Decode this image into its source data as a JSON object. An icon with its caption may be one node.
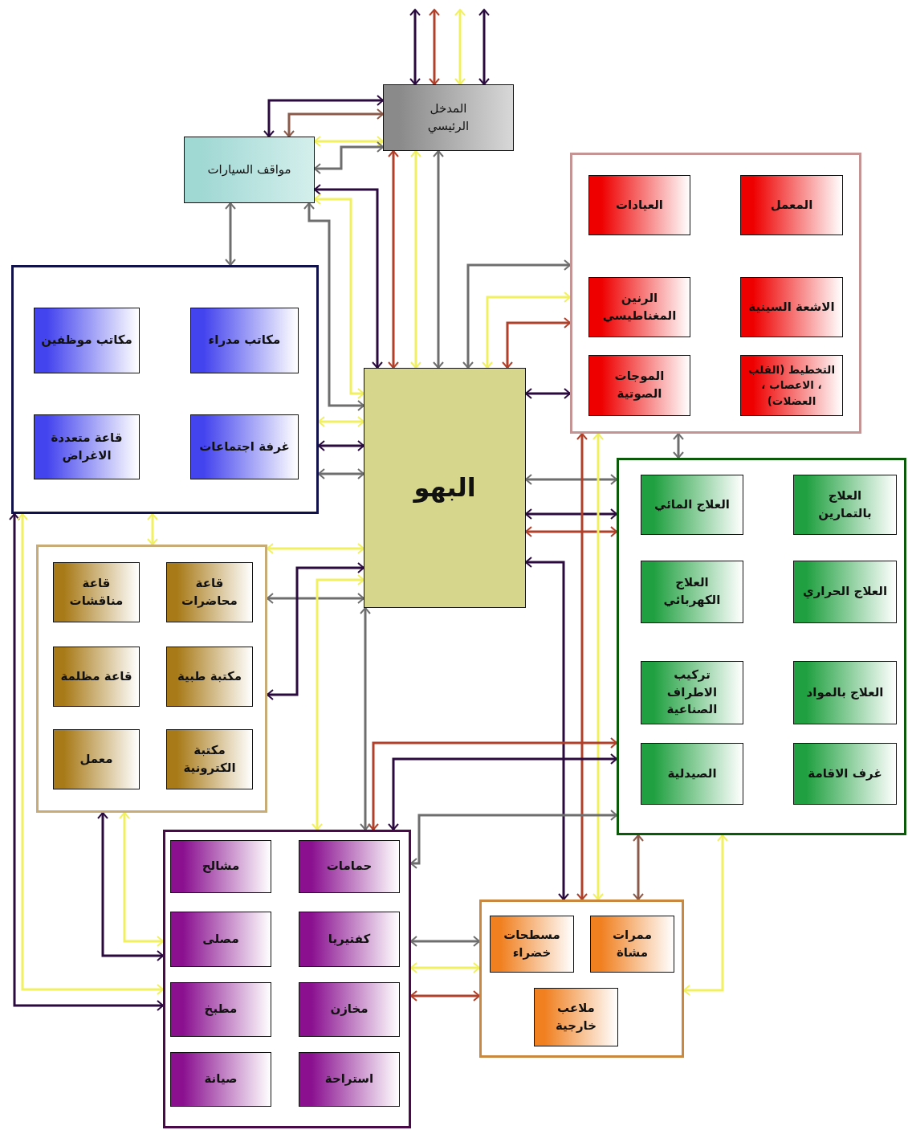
{
  "diagram": {
    "nodes": [
      {
        "text": [
          "المدخل الرئيسي"
        ]
      },
      {
        "text": [
          "مواقف السيارات"
        ]
      },
      {
        "text": [],
        "shape": "box"
      },
      {
        "text": [
          "العيادات"
        ],
        "in": 2
      },
      {
        "text": [
          "المعمل"
        ],
        "in": 2
      },
      {
        "text": [
          "الرنين المغناطيسي"
        ],
        "in": 2
      },
      {
        "text": [
          "الاشعة السينية"
        ],
        "in": 2
      },
      {
        "text": [
          "الموجات الصوتية"
        ],
        "in": 2
      },
      {
        "text": [
          "التخطيط (القلب ، الاعصاب ، العضلات)"
        ],
        "in": 2
      },
      {
        "text": [],
        "shape": "box"
      },
      {
        "text": [
          "مكاتب موظفين"
        ],
        "in": 9
      },
      {
        "text": [
          "مكاتب مدراء"
        ],
        "in": 9
      },
      {
        "text": [
          "قاعة متعددة الاغراض"
        ],
        "in": 9
      },
      {
        "text": [
          "غرفة اجتماعات"
        ],
        "in": 9
      },
      {
        "text": [
          "البهو"
        ]
      },
      {
        "text": [],
        "shape": "box"
      },
      {
        "text": [
          "قاعة مناقشات"
        ],
        "in": 15
      },
      {
        "text": [
          "قاعة محاضرات"
        ],
        "in": 15
      },
      {
        "text": [
          "قاعة مظلمة"
        ],
        "in": 15
      },
      {
        "text": [
          "مكتبة طبية"
        ],
        "in": 15
      },
      {
        "text": [
          "معمل"
        ],
        "in": 15
      },
      {
        "text": [
          "مكتبة الكترونية"
        ],
        "in": 15
      },
      {
        "text": [],
        "shape": "box"
      },
      {
        "text": [
          "العلاج المائي"
        ],
        "in": 22
      },
      {
        "text": [
          "العلاج بالتمارين"
        ],
        "in": 22
      },
      {
        "text": [
          "العلاج الكهربائي"
        ],
        "in": 22
      },
      {
        "text": [
          "العلاج الحراري"
        ],
        "in": 22
      },
      {
        "text": [
          "تركيب الاطراف الصناعية"
        ],
        "in": 22
      },
      {
        "text": [
          "العلاج بالمواد"
        ],
        "in": 22
      },
      {
        "text": [
          "الصيدلية"
        ],
        "in": 22
      },
      {
        "text": [
          "غرف الاقامة"
        ],
        "in": 22
      },
      {
        "text": [],
        "shape": "box"
      },
      {
        "text": [
          "مشالح"
        ],
        "in": 31
      },
      {
        "text": [
          "حمامات"
        ],
        "in": 31
      },
      {
        "text": [
          "مصلى"
        ],
        "in": 31
      },
      {
        "text": [
          "كفتيريا"
        ],
        "in": 31
      },
      {
        "text": [
          "مطبخ"
        ],
        "in": 31
      },
      {
        "text": [
          "مخازن"
        ],
        "in": 31
      },
      {
        "text": [
          "صيانة"
        ],
        "in": 31
      },
      {
        "text": [
          "استراحة"
        ],
        "in": 31
      },
      {
        "text": [],
        "shape": "box"
      },
      {
        "text": [
          "مسطحات خضراء"
        ],
        "in": 40
      },
      {
        "text": [
          "ممرات مشاة"
        ],
        "in": 40
      },
      {
        "text": [
          "ملاعب خارجية"
        ],
        "in": 40
      }
    ],
    "edges": [
      {
        "from": null,
        "to": 0,
        "arrow": "both",
        "color": "#2b0b3f"
      },
      {
        "from": null,
        "to": 0,
        "arrow": "both",
        "color": "#b0402a"
      },
      {
        "from": null,
        "to": 0,
        "arrow": "both",
        "color": "#f0f060"
      },
      {
        "from": null,
        "to": 0,
        "arrow": "both",
        "color": "#2b0b3f"
      },
      {
        "from": 1,
        "to": 0,
        "arrow": "both",
        "color": "#2b0b3f"
      },
      {
        "from": 1,
        "to": 0,
        "arrow": "both",
        "color": "#8b5a4a"
      },
      {
        "from": 1,
        "to": 0,
        "arrow": "both",
        "color": "#f0f060"
      },
      {
        "from": 1,
        "to": 0,
        "arrow": "both",
        "color": "#6e6e6e"
      },
      {
        "from": 0,
        "to": 14,
        "arrow": "both",
        "color": "#b0402a"
      },
      {
        "from": 0,
        "to": 14,
        "arrow": "both",
        "color": "#f0f060"
      },
      {
        "from": 0,
        "to": 14,
        "arrow": "both",
        "color": "#6e6e6e"
      },
      {
        "from": 1,
        "to": 14,
        "arrow": "both",
        "color": "#2b0b3f"
      },
      {
        "from": 1,
        "to": 14,
        "arrow": "both",
        "color": "#f0f060"
      },
      {
        "from": 1,
        "to": 14,
        "arrow": "both",
        "color": "#6e6e6e"
      },
      {
        "from": 1,
        "to": 9,
        "arrow": "both",
        "color": "#6e6e6e"
      },
      {
        "from": 9,
        "to": 14,
        "arrow": "both",
        "color": "#f0f060"
      },
      {
        "from": 9,
        "to": 14,
        "arrow": "both",
        "color": "#2b0b3f"
      },
      {
        "from": 9,
        "to": 14,
        "arrow": "both",
        "color": "#6e6e6e"
      },
      {
        "from": 9,
        "to": 15,
        "arrow": "both",
        "color": "#f0f060"
      },
      {
        "from": 9,
        "to": 31,
        "arrow": "both",
        "color": "#2b0b3f"
      },
      {
        "from": 9,
        "to": 31,
        "arrow": "both",
        "color": "#f0f060"
      },
      {
        "from": 14,
        "to": 15,
        "arrow": "both",
        "color": "#f0f060"
      },
      {
        "from": 14,
        "to": 15,
        "arrow": "both",
        "color": "#6e6e6e"
      },
      {
        "from": 15,
        "to": 14,
        "arrow": "both",
        "color": "#2b0b3f"
      },
      {
        "from": 14,
        "to": 31,
        "arrow": "both",
        "color": "#f0f060"
      },
      {
        "from": 15,
        "to": 31,
        "arrow": "both",
        "color": "#2b0b3f"
      },
      {
        "from": 15,
        "to": 31,
        "arrow": "both",
        "color": "#f0f060"
      },
      {
        "from": 14,
        "to": 2,
        "arrow": "both",
        "color": "#6e6e6e"
      },
      {
        "from": 14,
        "to": 2,
        "arrow": "both",
        "color": "#f0f060"
      },
      {
        "from": 14,
        "to": 2,
        "arrow": "both",
        "color": "#b0402a"
      },
      {
        "from": 14,
        "to": 2,
        "arrow": "both",
        "color": "#2b0b3f"
      },
      {
        "from": 14,
        "to": 22,
        "arrow": "both",
        "color": "#6e6e6e"
      },
      {
        "from": 14,
        "to": 22,
        "arrow": "both",
        "color": "#2b0b3f"
      },
      {
        "from": 14,
        "to": 22,
        "arrow": "both",
        "color": "#b0402a"
      },
      {
        "from": 14,
        "to": 40,
        "arrow": "both",
        "color": "#2b0b3f"
      },
      {
        "from": 2,
        "to": 40,
        "arrow": "both",
        "color": "#b0402a"
      },
      {
        "from": 2,
        "to": 40,
        "arrow": "both",
        "color": "#f0f060"
      },
      {
        "from": 2,
        "to": 22,
        "arrow": "both",
        "color": "#6e6e6e"
      },
      {
        "from": 22,
        "to": 31,
        "arrow": "both",
        "color": "#b0402a"
      },
      {
        "from": 22,
        "to": 31,
        "arrow": "both",
        "color": "#2b0b3f"
      },
      {
        "from": 22,
        "to": 31,
        "arrow": "both",
        "color": "#6e6e6e"
      },
      {
        "from": 14,
        "to": 31,
        "arrow": "both",
        "color": "#6e6e6e"
      },
      {
        "from": 31,
        "to": 40,
        "arrow": "both",
        "color": "#6e6e6e"
      },
      {
        "from": 31,
        "to": 40,
        "arrow": "both",
        "color": "#f0f060"
      },
      {
        "from": 31,
        "to": 40,
        "arrow": "both",
        "color": "#b0402a"
      },
      {
        "from": 22,
        "to": 40,
        "arrow": "both",
        "color": "#8b5a4a"
      },
      {
        "from": 22,
        "to": 40,
        "arrow": "both",
        "color": "#f0f060"
      }
    ]
  }
}
